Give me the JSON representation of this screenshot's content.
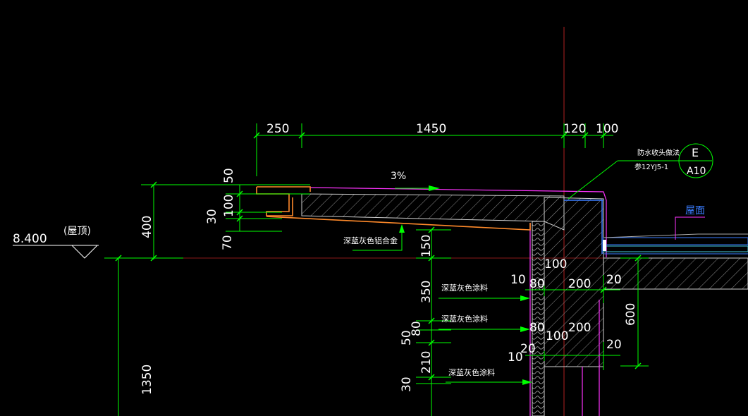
{
  "top_dims": [
    "250",
    "1450",
    "120",
    "100"
  ],
  "left_dims": [
    "50",
    "100",
    "30",
    "70",
    "400",
    "1350"
  ],
  "mid_dims": [
    "150",
    "350",
    "50",
    "80",
    "210",
    "30"
  ],
  "inner_dims": [
    "10",
    "80",
    "100",
    "200",
    "20",
    "80",
    "100",
    "200",
    "20",
    "10",
    "20"
  ],
  "right_dims": [
    "600",
    "20"
  ],
  "slope": "3%",
  "elevation": {
    "value": "8.400",
    "label": "(屋顶)"
  },
  "notes": {
    "aluminum": "深蓝灰色铝合金",
    "coating1": "深蓝灰色涂料",
    "coating2": "深蓝灰色涂料",
    "coating3": "深蓝灰色涂料",
    "roof": "屋面",
    "waterproof": "防水收头做法",
    "ref": "参12YJ5-1"
  },
  "callout": {
    "letter": "E",
    "sheet": "A10"
  },
  "colors": {
    "dim": "#00ff00",
    "outline": "#ff33ff",
    "orange": "#ff8a2a",
    "hatch": "#9a9a9a",
    "red": "#b02020",
    "blue": "#3a7dff",
    "cyan": "#44ccdd",
    "text": "#ffffff"
  }
}
